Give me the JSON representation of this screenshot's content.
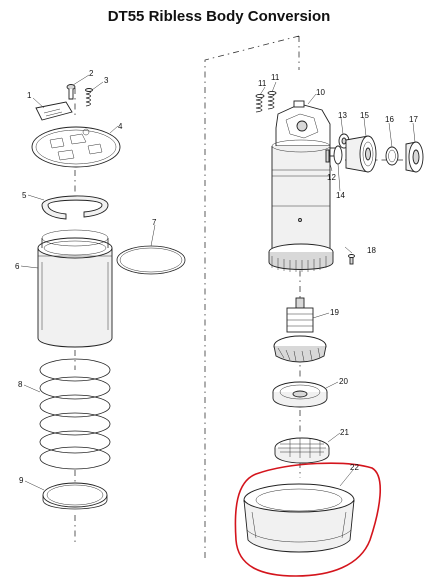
{
  "title": "DT55 Ribless Body Conversion",
  "callouts": [
    "1",
    "2",
    "3",
    "4",
    "5",
    "6",
    "7",
    "8",
    "9",
    "10",
    "11",
    "11",
    "12",
    "13",
    "14",
    "15",
    "16",
    "17",
    "18",
    "19",
    "20",
    "21",
    "22"
  ],
  "highlight_color": "#d4141c"
}
